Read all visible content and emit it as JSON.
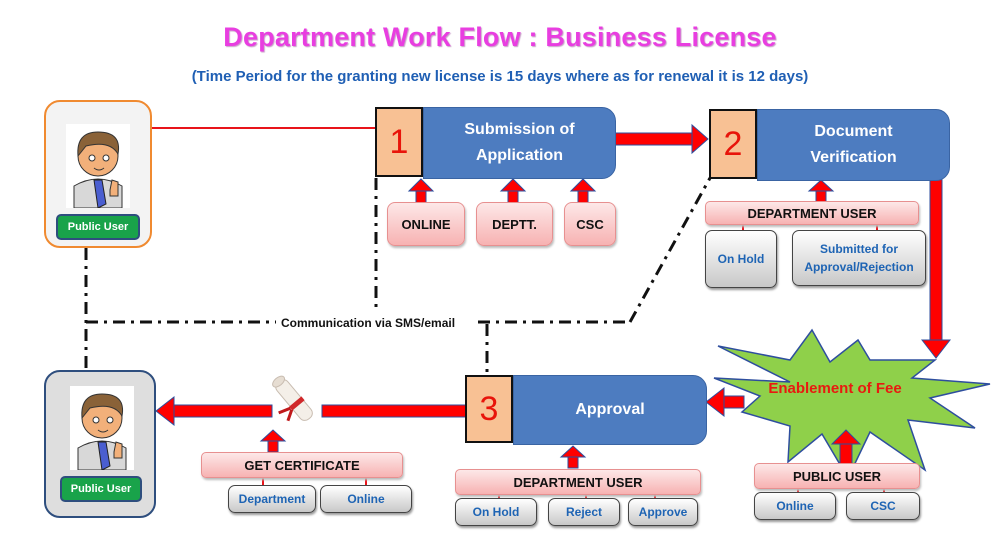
{
  "header": {
    "title": "Department Work Flow : Business License",
    "subtitle": "(Time Period for the granting new license is 15 days where as for renewal it is 12 days)"
  },
  "colors": {
    "title": "#e83ee0",
    "subtitle": "#1f5fb4",
    "step_box": "#4d7cc0",
    "step_number_bg": "#f8c194",
    "step_number_text": "#e8140a",
    "arrow": "#ff0000",
    "fee_burst": "#8fd04a",
    "user_label": "#19a34a"
  },
  "users": {
    "top": {
      "label": "Public User",
      "icon": "user-avatar-icon"
    },
    "bottom": {
      "label": "Public User",
      "icon": "user-avatar-icon"
    }
  },
  "steps": [
    {
      "number": "1",
      "label_line1": "Submission of",
      "label_line2": "Application",
      "sources": [
        "ONLINE",
        "DEPTT.",
        "CSC"
      ]
    },
    {
      "number": "2",
      "label_line1": "Document",
      "label_line2": "Verification",
      "actor": "DEPARTMENT USER",
      "options": [
        "On Hold",
        "Submitted for Approval/Rejection"
      ]
    },
    {
      "number": "3",
      "label_line1": "Approval",
      "actor": "DEPARTMENT USER",
      "options": [
        "On Hold",
        "Reject",
        "Approve"
      ]
    }
  ],
  "fee": {
    "label": "Enablement of Fee",
    "actor": "PUBLIC USER",
    "options": [
      "Online",
      "CSC"
    ]
  },
  "certificate": {
    "icon": "certificate-scroll-icon",
    "actor": "GET CERTIFICATE",
    "options": [
      "Department",
      "Online"
    ]
  },
  "communication": {
    "label": "Communication via SMS/email"
  }
}
